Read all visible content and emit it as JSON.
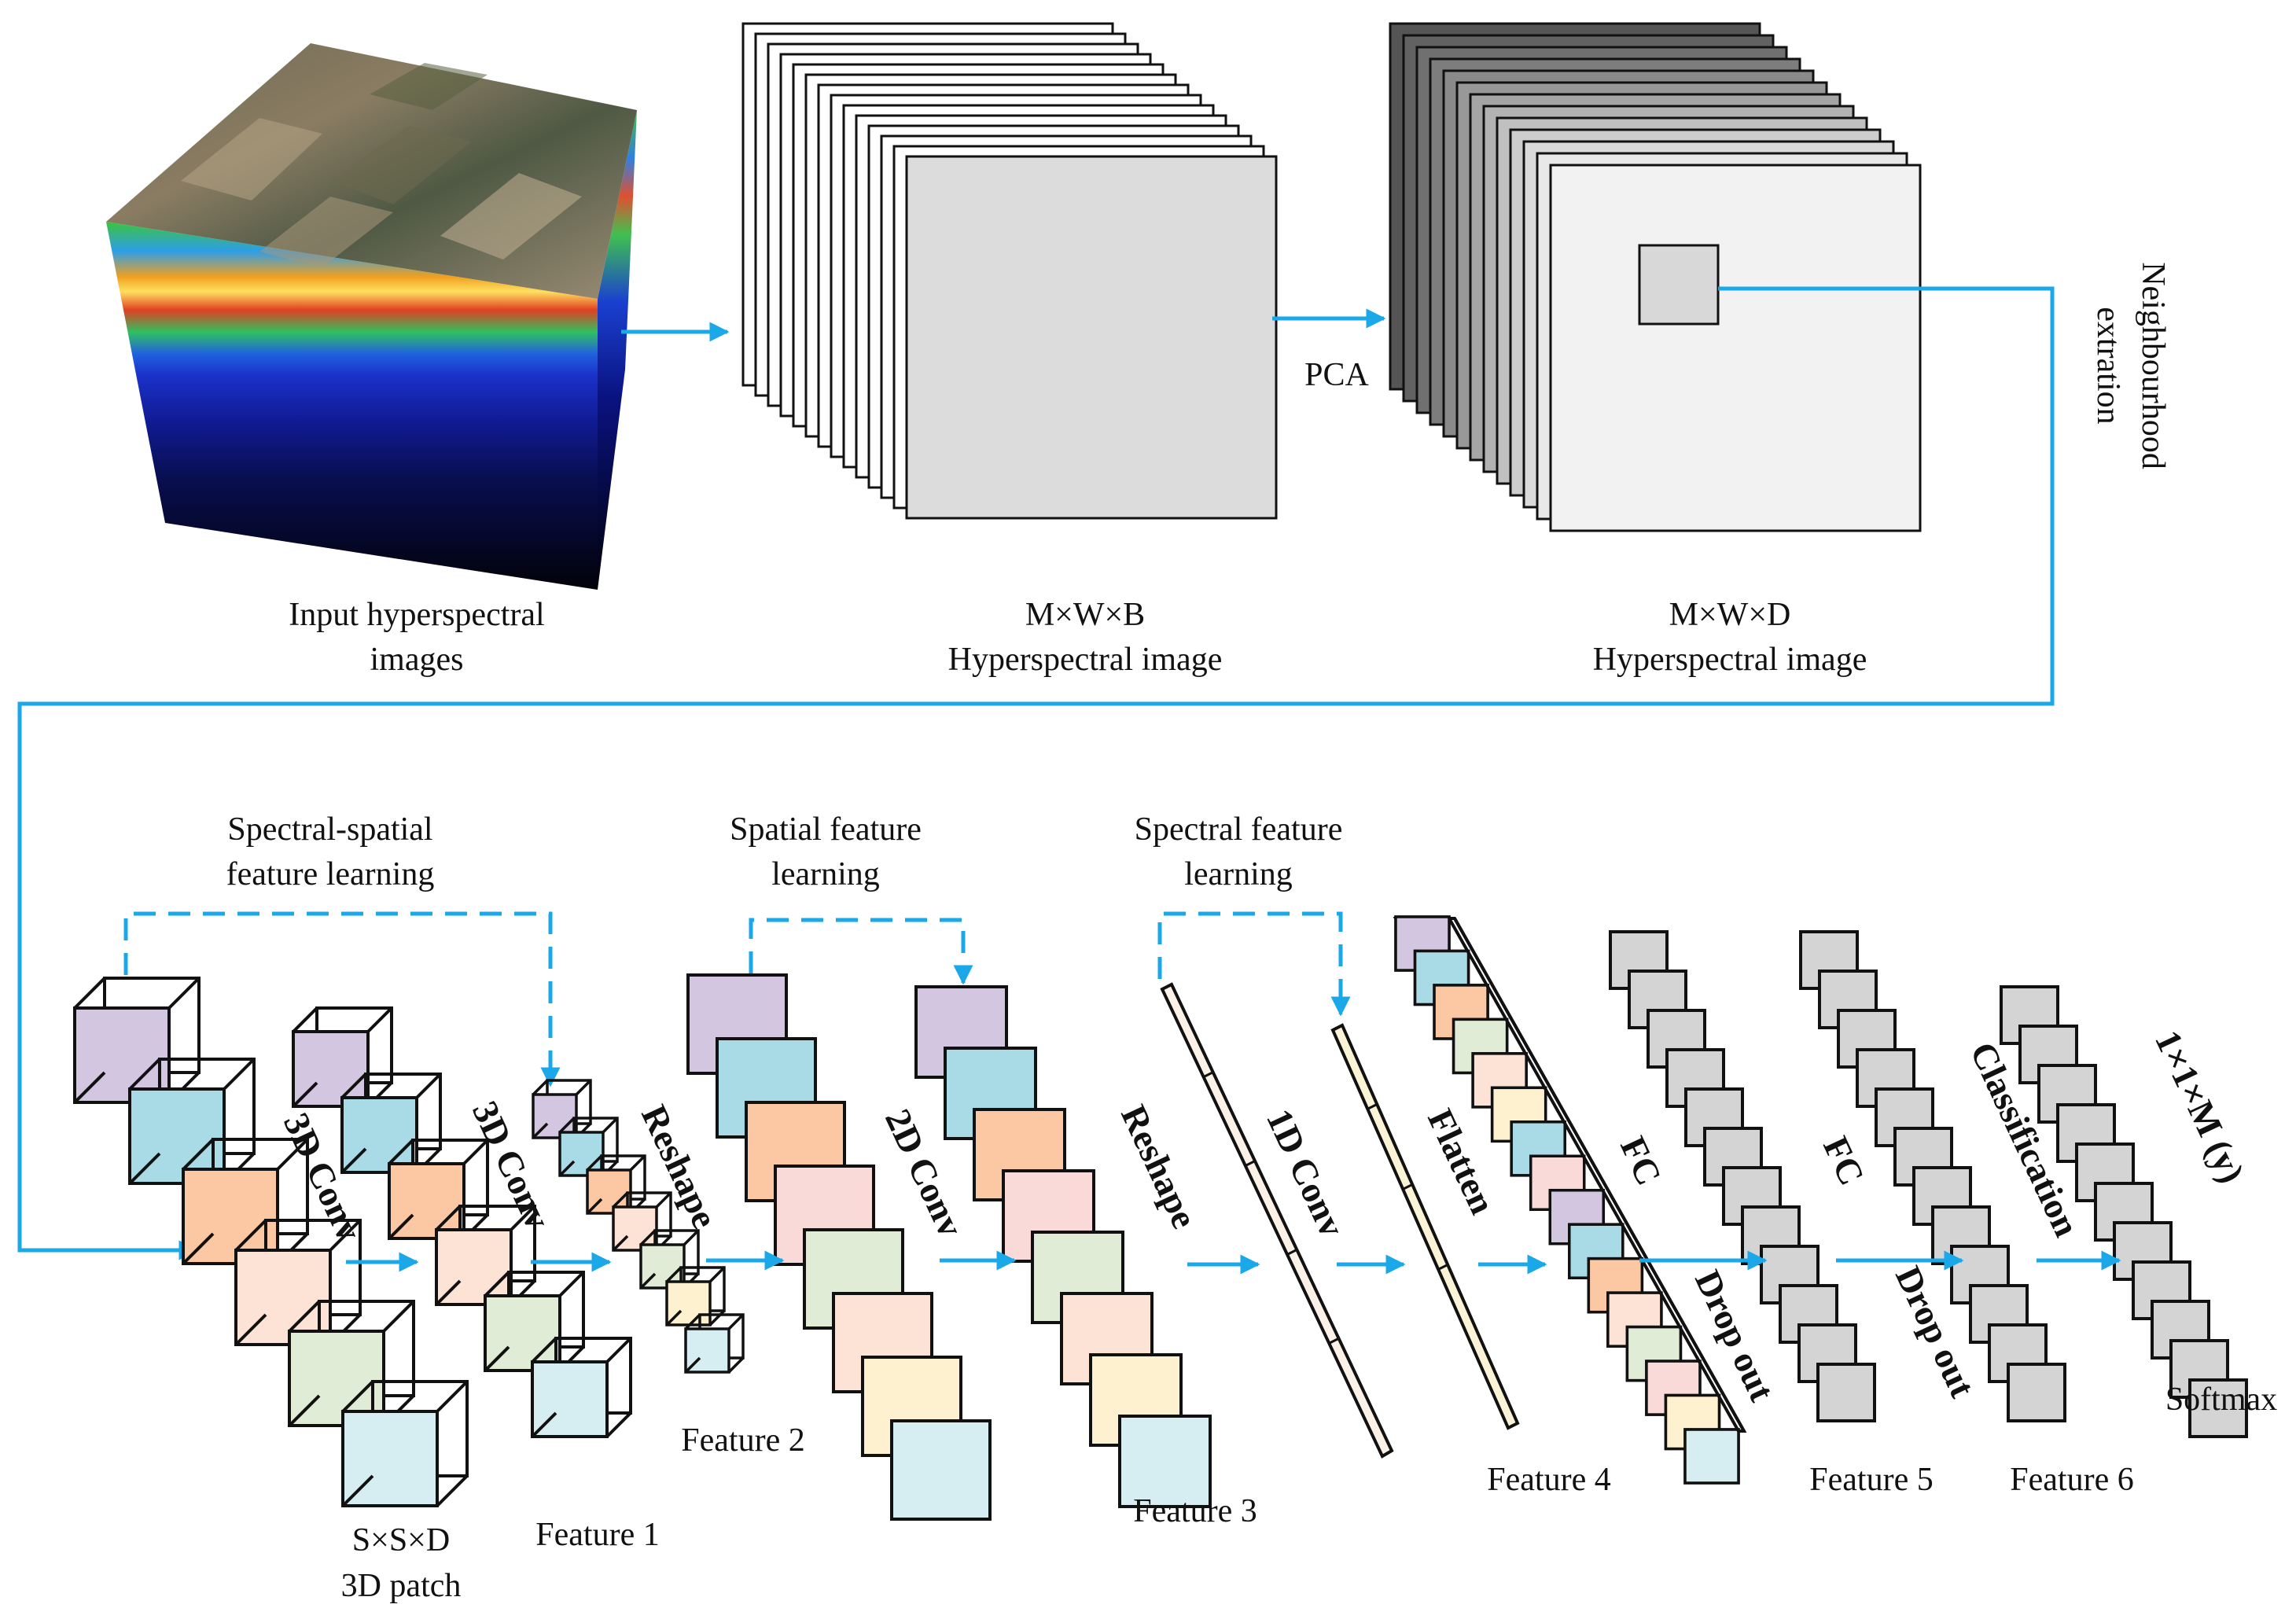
{
  "colors": {
    "arrow": "#1ba8e8",
    "stroke": "#111111",
    "paper": "#ffffff",
    "cube_palette": [
      "#d3c6e0",
      "#a9dbe6",
      "#fcc8a4",
      "#f9dad8",
      "#fde3d6",
      "#e1ecd6",
      "#fdf1cf",
      "#d6eef2"
    ],
    "gray_cell": "#d4d4d4"
  },
  "top_row": {
    "input_caption": [
      "Input hyperspectral",
      "images"
    ],
    "hsi_caption": [
      "M×W×B",
      "Hyperspectral image"
    ],
    "pca_label": "PCA",
    "pca_caption": [
      "M×W×D",
      "Hyperspectral image"
    ],
    "neighbourhood_label": [
      "Neighbourhood",
      "extration"
    ]
  },
  "groups": {
    "spectral_spatial": [
      "Spectral-spatial",
      "feature learning"
    ],
    "spatial": [
      "Spatial feature",
      "learning"
    ],
    "spectral": [
      "Spectral feature",
      "learning"
    ]
  },
  "operations": {
    "conv3d_a": "3D Conv",
    "conv3d_b": "3D Conv",
    "reshape_a": "Reshape",
    "conv2d": "2D Conv",
    "reshape_b": "Reshape",
    "conv1d": "1D Conv",
    "flatten": "Flatten",
    "fc_a": "FC",
    "fc_b": "FC",
    "dropout_a": "Drop out",
    "dropout_b": "Drop out",
    "classification": "Classification",
    "output_size": "1×1×M (y)",
    "softmax": "Softmax"
  },
  "captions": {
    "patch": [
      "S×S×D",
      "3D patch"
    ],
    "feature1": "Feature 1",
    "feature2": "Feature 2",
    "feature3": "Feature 3",
    "feature4": "Feature 4",
    "feature5": "Feature 5",
    "feature6": "Feature 6"
  }
}
